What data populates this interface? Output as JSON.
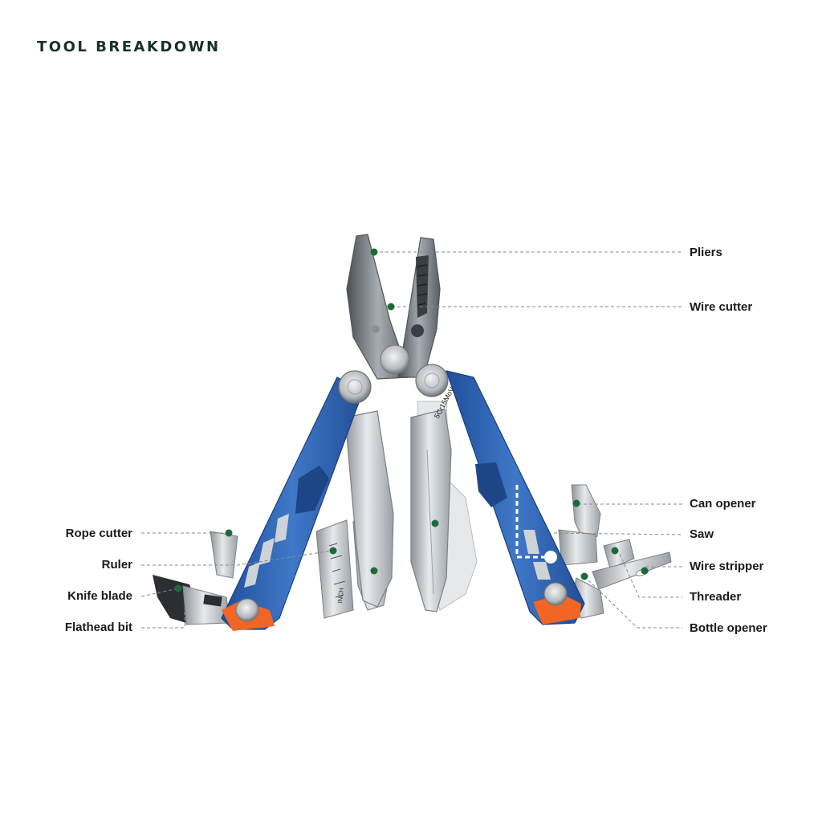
{
  "header": {
    "title": "TOOL BREAKDOWN"
  },
  "colors": {
    "accent_dot": "#1e6b3a",
    "handle_blue": "#2f63b4",
    "steel": "#c9ccd0",
    "orange_accent": "#f26522",
    "title": "#16322a",
    "leader_line": "#8a8a8a"
  },
  "product": {
    "blade_marking": "5Cr15MoV",
    "ruler_marking": "INCH"
  },
  "labels": {
    "right": [
      {
        "id": "pliers",
        "text": "Pliers"
      },
      {
        "id": "wire-cutter",
        "text": "Wire cutter"
      },
      {
        "id": "can-opener",
        "text": "Can opener"
      },
      {
        "id": "saw",
        "text": "Saw"
      },
      {
        "id": "wire-stripper",
        "text": "Wire stripper"
      },
      {
        "id": "threader",
        "text": "Threader"
      },
      {
        "id": "bottle-opener",
        "text": "Bottle opener"
      }
    ],
    "left": [
      {
        "id": "rope-cutter",
        "text": "Rope cutter"
      },
      {
        "id": "ruler",
        "text": "Ruler"
      },
      {
        "id": "knife-blade",
        "text": "Knife blade"
      },
      {
        "id": "flathead-bit",
        "text": "Flathead bit"
      }
    ]
  }
}
